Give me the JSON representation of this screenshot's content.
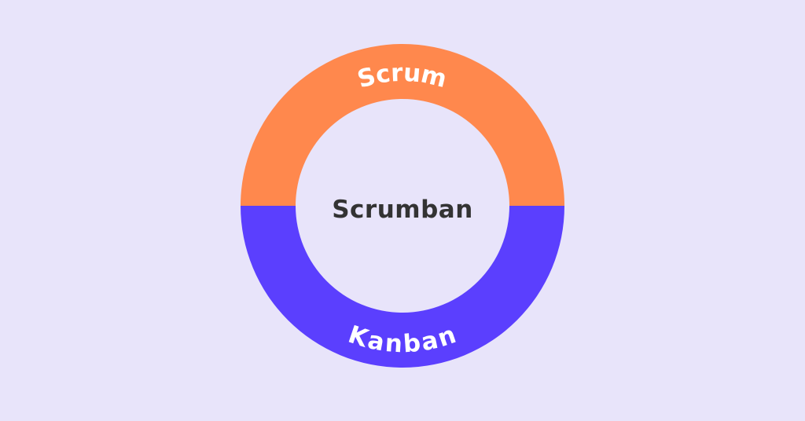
{
  "diagram": {
    "type": "ring",
    "background": "#e8e4fa",
    "center_label": "Scrumban",
    "center_label_color": "#333333",
    "segments": [
      {
        "label": "Scrum",
        "position": "top",
        "color": "#ff884d"
      },
      {
        "label": "Kanban",
        "position": "bottom",
        "color": "#5b3ffe"
      }
    ]
  }
}
